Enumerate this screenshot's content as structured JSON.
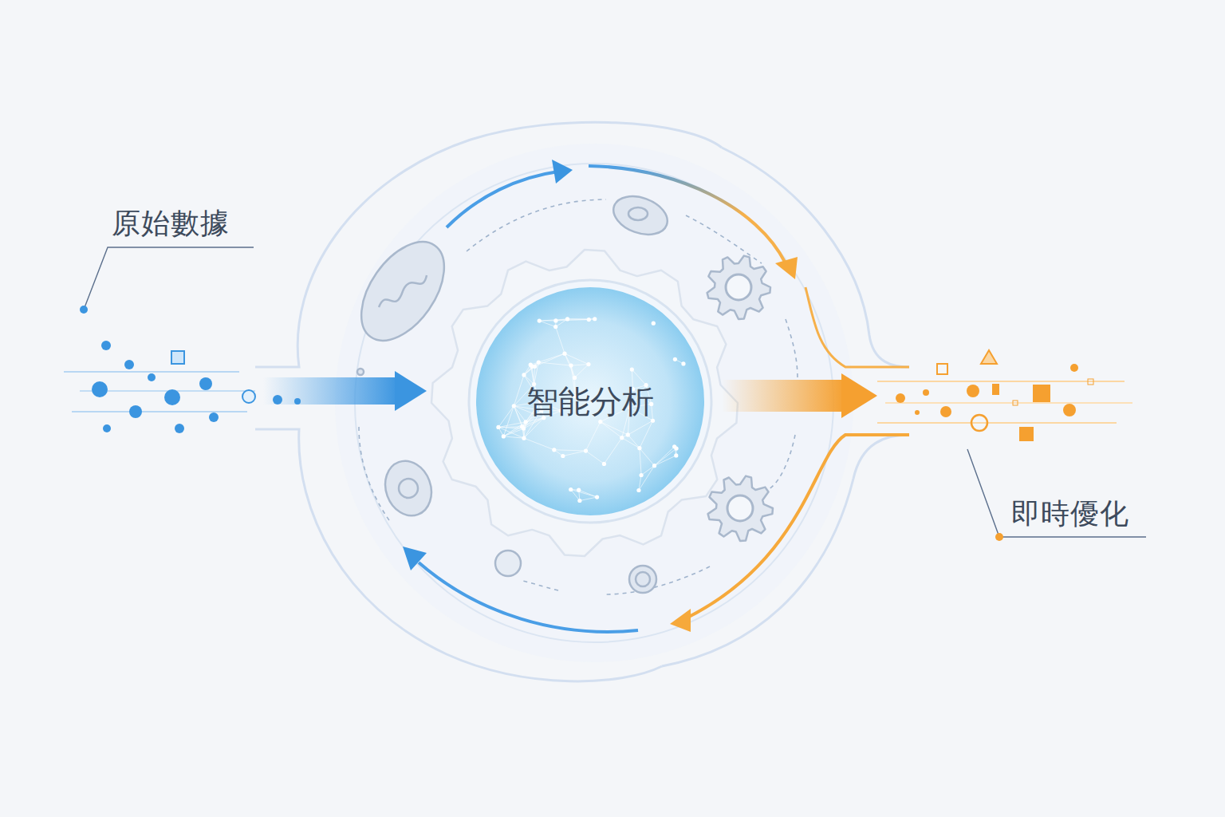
{
  "diagram": {
    "nodes": [
      {
        "text": [
          "智能分析"
        ]
      }
    ],
    "labels": [
      "原始數據",
      "即時優化"
    ]
  }
}
